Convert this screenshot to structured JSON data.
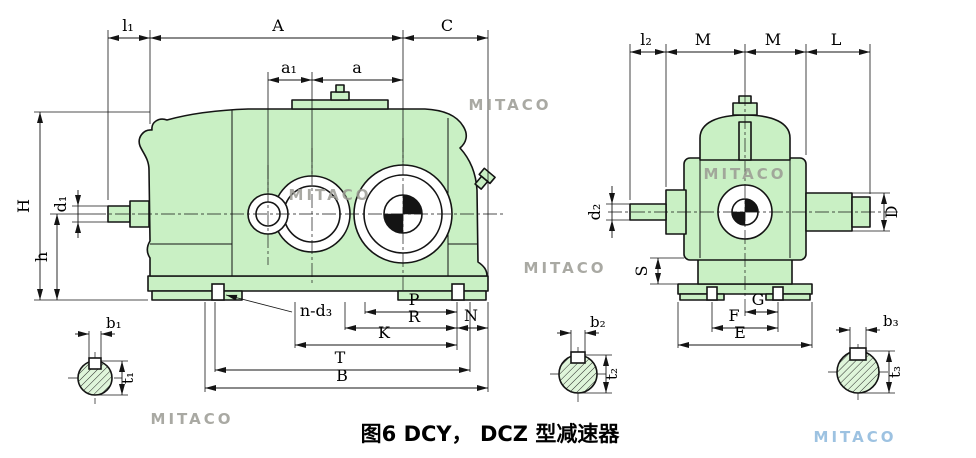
{
  "title": "图6 DCY， DCZ 型减速器",
  "watermark": "MITACO",
  "colors": {
    "body": "#c9f0c4",
    "line": "#141414",
    "watermark_gray": "#9b9b93",
    "watermark_blue": "#8cb8dc",
    "background": "#ffffff"
  },
  "side_view": {
    "dims": {
      "l1": "l₁",
      "A": "A",
      "C": "C",
      "a1": "a₁",
      "a": "a",
      "H": "H",
      "d1": "d₁",
      "h": "h",
      "n_d3": "n-d₃",
      "P": "P",
      "R": "R",
      "K": "K",
      "N": "N",
      "T": "T",
      "B": "B"
    }
  },
  "end_view": {
    "dims": {
      "l2": "l₂",
      "M_left": "M",
      "M_right": "M",
      "L": "L",
      "d2": "d₂",
      "S": "S",
      "D": "D",
      "G": "G",
      "F": "F",
      "E": "E"
    }
  },
  "shaft_sections": [
    {
      "b": "b₁",
      "t": "t₁"
    },
    {
      "b": "b₂",
      "t": "t₂"
    },
    {
      "b": "b₃",
      "t": "t₃"
    }
  ]
}
